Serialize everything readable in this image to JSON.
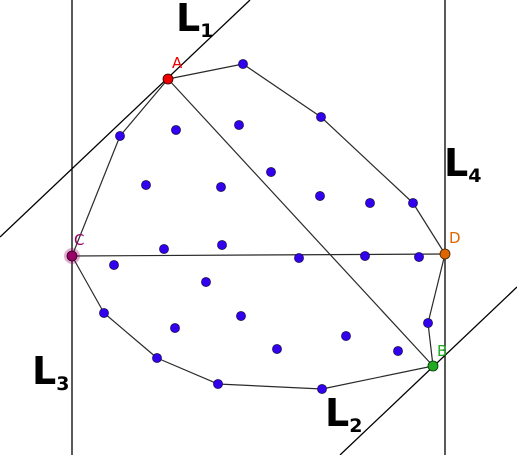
{
  "colors": {
    "line": "#000000",
    "hull": "#2a2a2a",
    "point": "#3300ee",
    "A": "#ee0000",
    "B": "#22aa22",
    "C": "#990066",
    "D": "#dd6600"
  },
  "lines": [
    {
      "name": "L1",
      "letter": "L",
      "sub": "1"
    },
    {
      "name": "L2",
      "letter": "L",
      "sub": "2"
    },
    {
      "name": "L3",
      "letter": "L",
      "sub": "3"
    },
    {
      "name": "L4",
      "letter": "L",
      "sub": "4"
    }
  ],
  "points": {
    "A": {
      "label": "A"
    },
    "B": {
      "label": "B"
    },
    "C": {
      "label": "C"
    },
    "D": {
      "label": "D"
    }
  }
}
